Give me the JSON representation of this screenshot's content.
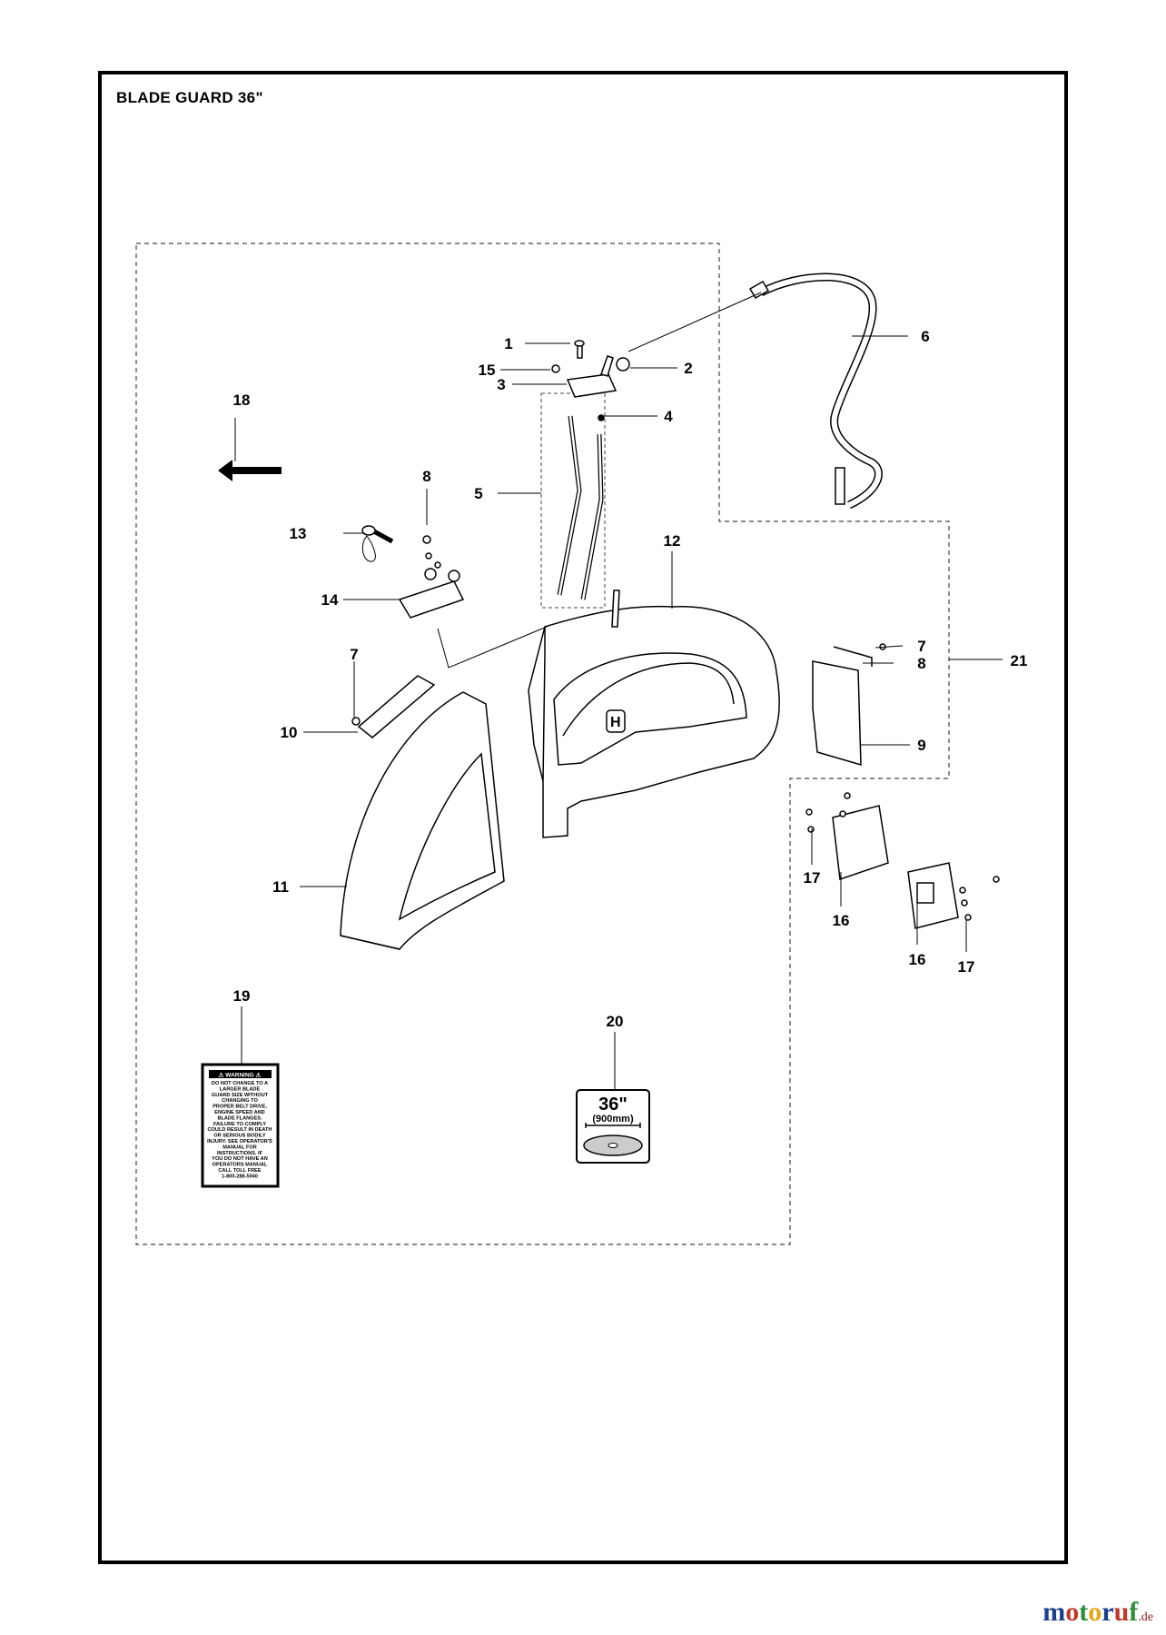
{
  "title": "BLADE GUARD 36\"",
  "callouts": [
    {
      "id": "c1",
      "label": "1"
    },
    {
      "id": "c2",
      "label": "2"
    },
    {
      "id": "c3",
      "label": "3"
    },
    {
      "id": "c4",
      "label": "4"
    },
    {
      "id": "c5",
      "label": "5"
    },
    {
      "id": "c6",
      "label": "6"
    },
    {
      "id": "c7a",
      "label": "7"
    },
    {
      "id": "c7b",
      "label": "7"
    },
    {
      "id": "c8a",
      "label": "8"
    },
    {
      "id": "c8b",
      "label": "8"
    },
    {
      "id": "c9",
      "label": "9"
    },
    {
      "id": "c10",
      "label": "10"
    },
    {
      "id": "c11",
      "label": "11"
    },
    {
      "id": "c12",
      "label": "12"
    },
    {
      "id": "c13",
      "label": "13"
    },
    {
      "id": "c14",
      "label": "14"
    },
    {
      "id": "c15",
      "label": "15"
    },
    {
      "id": "c16a",
      "label": "16"
    },
    {
      "id": "c16b",
      "label": "16"
    },
    {
      "id": "c17a",
      "label": "17"
    },
    {
      "id": "c17b",
      "label": "17"
    },
    {
      "id": "c18",
      "label": "18"
    },
    {
      "id": "c19",
      "label": "19"
    },
    {
      "id": "c20",
      "label": "20"
    },
    {
      "id": "c21",
      "label": "21"
    }
  ],
  "warning_label": {
    "heading": "⚠ WARNING ⚠",
    "lines": [
      "DO NOT CHANGE TO A",
      "LARGER BLADE",
      "GUARD SIZE WITHOUT",
      "CHANGING TO",
      "PROPER BELT DRIVE,",
      "ENGINE SPEED AND",
      "BLADE FLANGES.",
      "FAILURE TO COMPLY",
      "COULD RESULT IN DEATH",
      "OR SERIOUS BODILY",
      "INJURY. SEE OPERATOR'S",
      "MANUAL FOR",
      "INSTRUCTIONS. IF",
      "YOU DO NOT HAVE AN",
      "OPERATORS MANUAL",
      "CALL TOLL FREE",
      "1-800-288-5040"
    ]
  },
  "size_decal": {
    "size": "36\"",
    "metric": "(900mm)"
  },
  "watermark": {
    "brand": "motoruf",
    "tld": ".de",
    "colors": [
      "#1a3f8f",
      "#c0392b",
      "#2e8b3a",
      "#e6a514",
      "#1a3f8f",
      "#c0392b",
      "#2e8b3a"
    ]
  }
}
